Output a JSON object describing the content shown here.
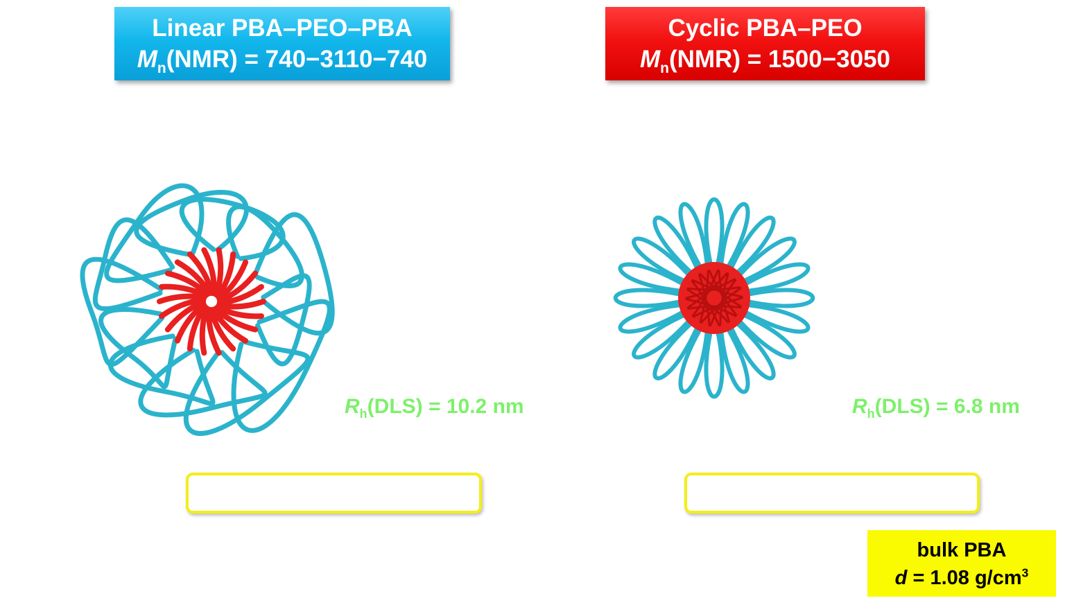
{
  "linear": {
    "name": "Linear PBA–PEO–PBA",
    "mn_symbol": "M",
    "mn_sub": "n",
    "mn_text": "(NMR) = 740−3110−740",
    "rh_symbol": "R",
    "rh_sub": "h",
    "rh_text": "(DLS) = 10.2 nm",
    "color": "#12b7ec"
  },
  "cyclic": {
    "name": "Cyclic PBA–PEO",
    "mn_symbol": "M",
    "mn_sub": "n",
    "mn_text": "(NMR) = 1500−3050",
    "rh_symbol": "R",
    "rh_sub": "h",
    "rh_text": "(DLS) = 6.8 nm",
    "color": "#f21111"
  },
  "bulk": {
    "label": "bulk PBA",
    "d_symbol": "d",
    "d_text": " = 1.08 g/cm",
    "d_sup": "3"
  },
  "colors": {
    "shell": "#2bb3cc",
    "core": "#e8201f",
    "rh_label": "#7df06b",
    "box_border": "#f4ee1a",
    "bulk_bg": "#fafa00"
  }
}
